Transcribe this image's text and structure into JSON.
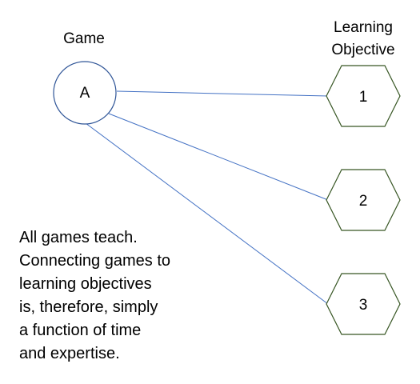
{
  "headers": {
    "game": "Game",
    "objective_line1": "Learning",
    "objective_line2": "Objective"
  },
  "game_node": {
    "label": "A",
    "stroke": "#2f5597"
  },
  "objectives": [
    {
      "label": "1"
    },
    {
      "label": "2"
    },
    {
      "label": "3"
    }
  ],
  "colors": {
    "connector": "#4472c4",
    "hexagon": "#375623",
    "circle": "#2f5597"
  },
  "caption": {
    "lines": [
      "All games teach.",
      "Connecting games to",
      "learning objectives",
      "is, therefore, simply",
      "a function of time",
      "and expertise."
    ]
  }
}
